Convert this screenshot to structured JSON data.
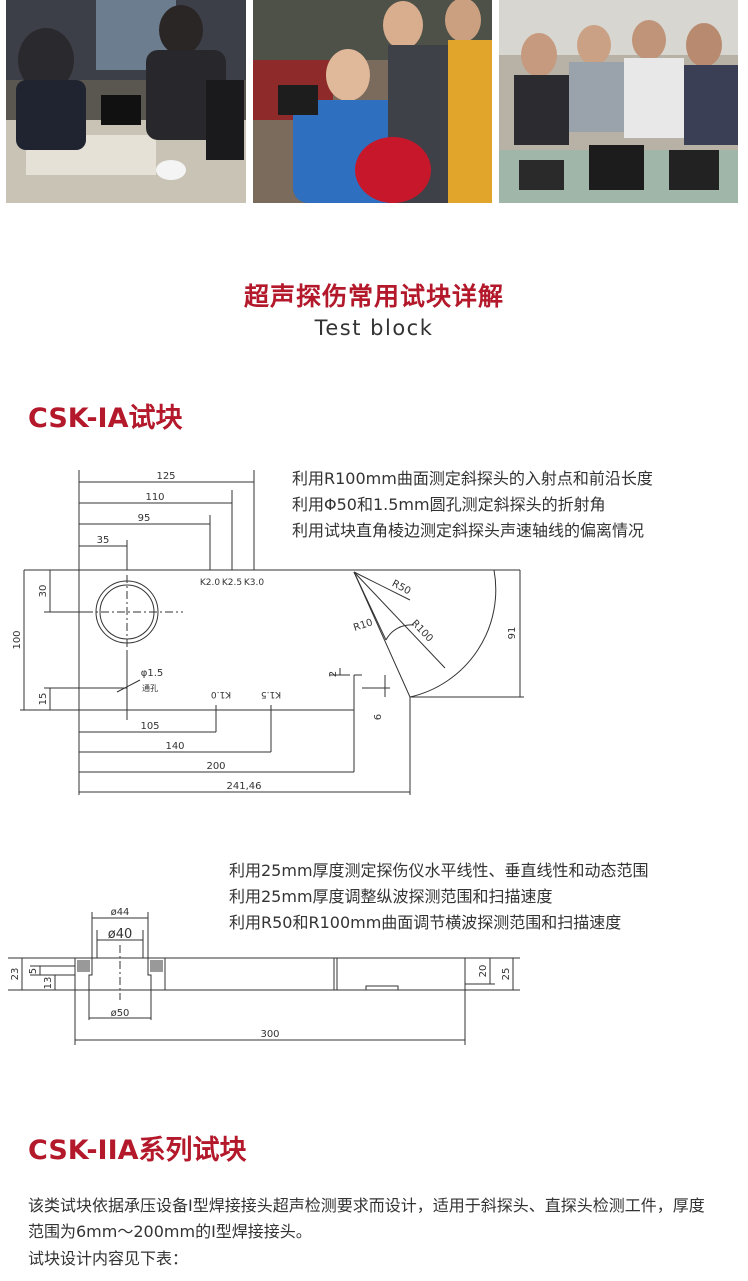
{
  "header": {
    "title": "超声探伤常用试块详解",
    "subtitle": "Test block"
  },
  "photos": [
    {
      "icon": "training-photo-1-icon"
    },
    {
      "icon": "training-photo-2-icon"
    },
    {
      "icon": "training-photo-3-icon"
    }
  ],
  "csk1a": {
    "title": "CSK-IA试块",
    "notes_top": [
      "利用R100mm曲面测定斜探头的入射点和前沿长度",
      "利用Φ50和1.5mm圆孔测定斜探头的折射角",
      "利用试块直角棱边测定斜探头声速轴线的偏离情况"
    ],
    "notes_bottom": [
      "利用25mm厚度测定探伤仪水平线性、垂直线性和动态范围",
      "利用25mm厚度调整纵波探测范围和扫描速度",
      "利用R50和R100mm曲面调节横波探测范围和扫描速度"
    ],
    "drawing1": {
      "top_dims": [
        "125",
        "110",
        "95",
        "35"
      ],
      "k_top": [
        "K2.0",
        "K2.5",
        "K3.0"
      ],
      "k_bottom": [
        "K1.0",
        "K1.5"
      ],
      "bottom_dims": [
        "105",
        "140",
        "200",
        "241,46"
      ],
      "left_dims": [
        "30",
        "100",
        "15"
      ],
      "right_dims": [
        "91",
        "2",
        "6"
      ],
      "radii": [
        "R50",
        "R10",
        "R100"
      ],
      "hole_label": "φ1.5",
      "hole_note": "通孔"
    },
    "drawing2": {
      "dims_top": [
        "ø44",
        "ø40"
      ],
      "dim_bottom_dia": "ø50",
      "left_dims": [
        "23",
        "5",
        "13"
      ],
      "right_dims": [
        "20",
        "25"
      ],
      "length": "300"
    }
  },
  "csk2a": {
    "title": "CSK-IIA系列试块",
    "paragraph": "该类试块依据承压设备I型焊接接头超声检测要求而设计，适用于斜探头、直探头检测工件，厚度范围为6mm～200mm的Ⅰ型焊接接头。",
    "paragraph2": "试块设计内容见下表："
  },
  "colors": {
    "accent": "#b3192b",
    "line": "#333333"
  }
}
